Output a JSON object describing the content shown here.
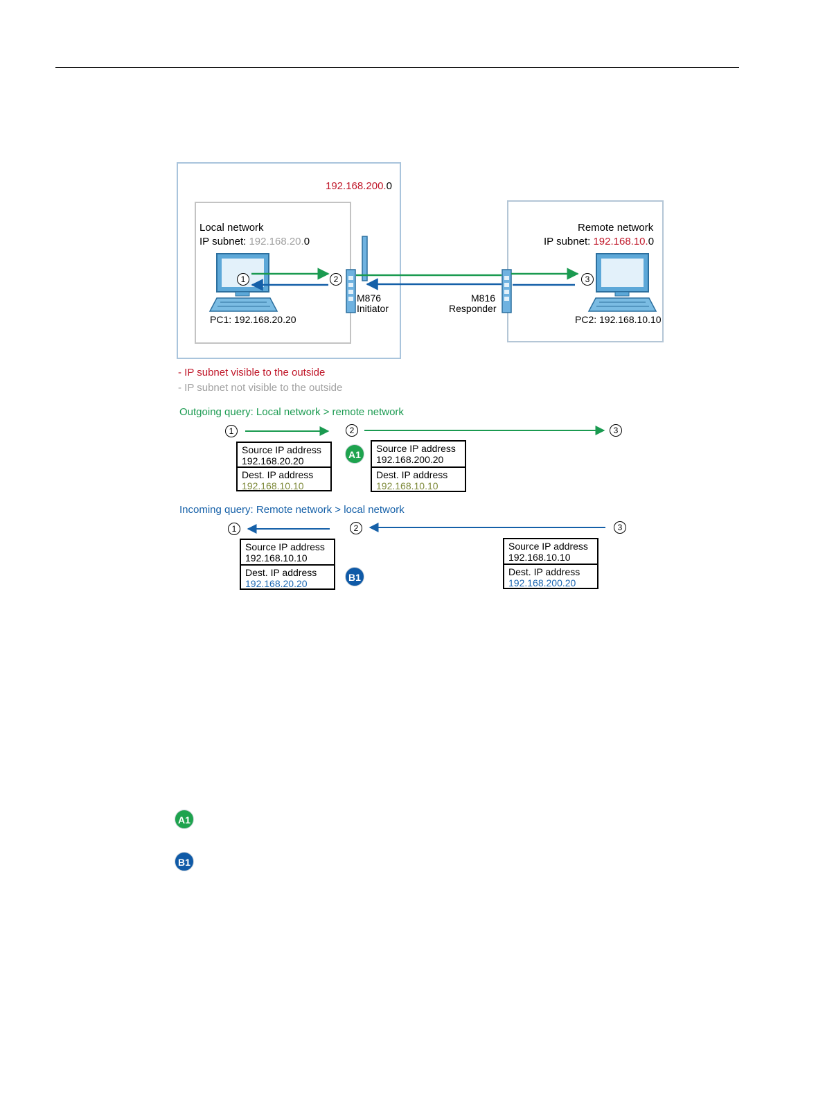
{
  "diagram": {
    "wan_subnet": {
      "prefix": "192.168.200.",
      "suffix": "0"
    },
    "local": {
      "title": "Local network",
      "subnet_label": "IP subnet: ",
      "subnet_prefix": "192.168.20.",
      "subnet_suffix": "0",
      "pc_label": "PC1: 192.168.20.20"
    },
    "remote": {
      "title": "Remote network",
      "subnet_label": "IP subnet: ",
      "subnet_prefix": "192.168.10.",
      "subnet_suffix": "0",
      "pc_label": "PC2: 192.168.10.10"
    },
    "initiator": {
      "model": "M876",
      "role": "Initiator"
    },
    "responder": {
      "model": "M816",
      "role": "Responder"
    },
    "markers": {
      "one": "1",
      "two": "2",
      "three": "3"
    },
    "legend": {
      "visible": "- IP subnet visible to the outside",
      "not_visible": "- IP subnet not visible to the outside"
    },
    "outgoing": {
      "title": "Outgoing query: Local network > remote network",
      "box1": {
        "src_label": "Source IP address",
        "src_value": "192.168.20.20",
        "dst_label": "Dest. IP address",
        "dst_value": "192.168.10.10"
      },
      "badge": "A1",
      "box2": {
        "src_label": "Source IP address",
        "src_value": "192.168.200.20",
        "dst_label": "Dest. IP address",
        "dst_value": "192.168.10.10"
      }
    },
    "incoming": {
      "title": "Incoming query: Remote network > local network",
      "box1": {
        "src_label": "Source IP address",
        "src_value": "192.168.10.10",
        "dst_label": "Dest. IP address",
        "dst_value": "192.168.20.20"
      },
      "badge": "B1",
      "box2": {
        "src_label": "Source IP address",
        "src_value": "192.168.10.10",
        "dst_label": "Dest. IP address",
        "dst_value": "192.168.200.20"
      }
    },
    "footnotes": {
      "a_badge": "A1",
      "b_badge": "B1"
    },
    "colors": {
      "green": "#1a9a50",
      "blue": "#1560a8",
      "red": "#c0182a",
      "grey": "#a0a0a0"
    }
  }
}
